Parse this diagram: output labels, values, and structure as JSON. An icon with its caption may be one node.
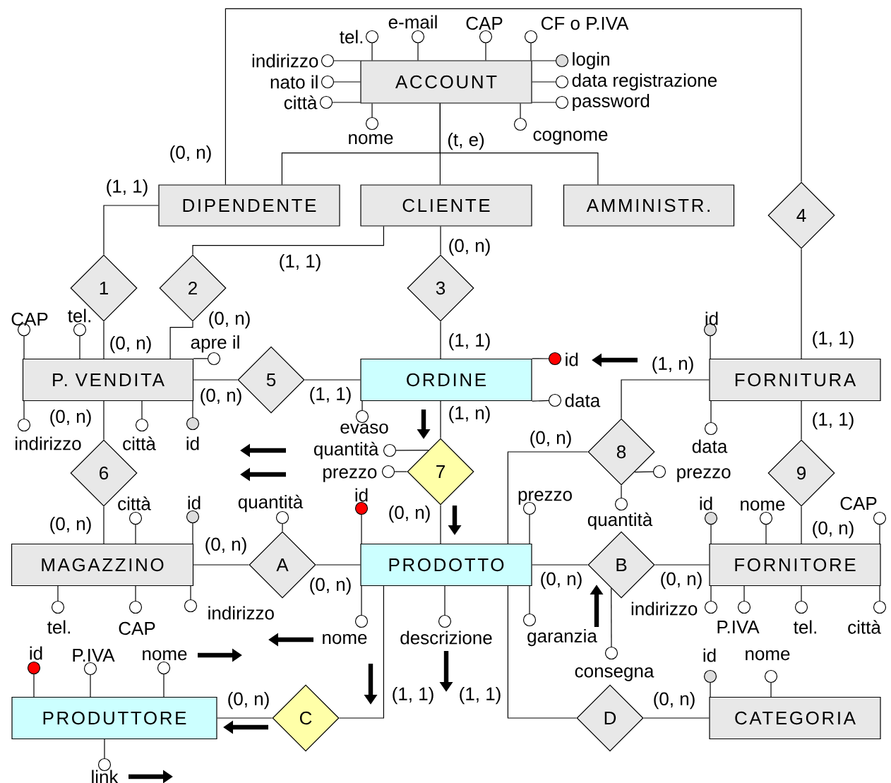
{
  "diagram": {
    "nodes": [
      {
        "text": [
          "ACCOUNT"
        ]
      },
      {
        "text": [
          "DIPENDENTE"
        ]
      },
      {
        "text": [
          "CLIENTE"
        ]
      },
      {
        "text": [
          "AMMINISTR."
        ]
      },
      {
        "text": [
          "P. VENDITA"
        ]
      },
      {
        "text": [
          "ORDINE"
        ]
      },
      {
        "text": [
          "FORNITURA"
        ]
      },
      {
        "text": [
          "MAGAZZINO"
        ]
      },
      {
        "text": [
          "PRODOTTO"
        ]
      },
      {
        "text": [
          "FORNITORE"
        ]
      },
      {
        "text": [
          "PRODUTTORE"
        ]
      },
      {
        "text": [
          "CATEGORIA"
        ]
      },
      {
        "text": [
          "1"
        ]
      },
      {
        "text": [
          "2"
        ]
      },
      {
        "text": [
          "3"
        ]
      },
      {
        "text": [
          "4"
        ]
      },
      {
        "text": [
          "5"
        ]
      },
      {
        "text": [
          "6"
        ]
      },
      {
        "text": [
          "7"
        ]
      },
      {
        "text": [
          "8"
        ]
      },
      {
        "text": [
          "9"
        ]
      },
      {
        "text": [
          "A"
        ]
      },
      {
        "text": [
          "B"
        ]
      },
      {
        "text": [
          "C"
        ]
      },
      {
        "text": [
          "D"
        ]
      },
      {
        "text": [],
        "shape": "circle",
        "beside": [
          "tel."
        ]
      },
      {
        "text": [],
        "shape": "circle",
        "beside": [
          "e-mail"
        ]
      },
      {
        "text": [],
        "shape": "circle",
        "beside": [
          "CAP"
        ]
      },
      {
        "text": [],
        "shape": "circle",
        "beside": [
          "CF o P.IVA"
        ]
      },
      {
        "text": [],
        "shape": "circle",
        "beside": [
          "indirizzo"
        ]
      },
      {
        "text": [],
        "shape": "circle",
        "beside": [
          "nato il"
        ]
      },
      {
        "text": [],
        "shape": "circle",
        "beside": [
          "città"
        ]
      },
      {
        "text": [],
        "shape": "circle",
        "beside": [
          "nome"
        ]
      },
      {
        "text": [],
        "shape": "circle",
        "beside": [
          "login"
        ]
      },
      {
        "text": [],
        "shape": "circle",
        "beside": [
          "data registrazione"
        ]
      },
      {
        "text": [],
        "shape": "circle",
        "beside": [
          "password"
        ]
      },
      {
        "text": [],
        "shape": "circle",
        "beside": [
          "cognome"
        ]
      },
      {
        "text": [],
        "shape": "circle",
        "beside": [
          "CAP"
        ]
      },
      {
        "text": [],
        "shape": "circle",
        "beside": [
          "tel."
        ]
      },
      {
        "text": [],
        "shape": "circle",
        "beside": [
          "apre il"
        ]
      },
      {
        "text": [],
        "shape": "circle",
        "beside": [
          "indirizzo"
        ]
      },
      {
        "text": [],
        "shape": "circle",
        "beside": [
          "città"
        ]
      },
      {
        "text": [],
        "shape": "circle",
        "beside": [
          "id"
        ]
      },
      {
        "text": [],
        "shape": "circle",
        "beside": [
          "id"
        ]
      },
      {
        "text": [],
        "shape": "circle",
        "beside": [
          "data"
        ]
      },
      {
        "text": [],
        "shape": "circle",
        "beside": [
          "evaso"
        ]
      },
      {
        "text": [],
        "shape": "circle",
        "beside": [
          "quantità"
        ]
      },
      {
        "text": [],
        "shape": "circle",
        "beside": [
          "prezzo"
        ]
      },
      {
        "text": [],
        "shape": "circle",
        "beside": [
          "città"
        ]
      },
      {
        "text": [],
        "shape": "circle",
        "beside": [
          "id"
        ]
      },
      {
        "text": [],
        "shape": "circle",
        "beside": [
          "tel."
        ]
      },
      {
        "text": [],
        "shape": "circle",
        "beside": [
          "CAP"
        ]
      },
      {
        "text": [],
        "shape": "circle",
        "beside": [
          "indirizzo"
        ]
      },
      {
        "text": [],
        "shape": "circle",
        "beside": [
          "quantità"
        ]
      },
      {
        "text": [],
        "shape": "circle",
        "beside": [
          "id"
        ]
      },
      {
        "text": [],
        "shape": "circle",
        "beside": [
          "nome"
        ]
      },
      {
        "text": [],
        "shape": "circle",
        "beside": [
          "descrizione"
        ]
      },
      {
        "text": [],
        "shape": "circle",
        "beside": [
          "prezzo"
        ]
      },
      {
        "text": [],
        "shape": "circle",
        "beside": [
          "garanzia"
        ]
      },
      {
        "text": [],
        "shape": "circle",
        "beside": [
          "prezzo"
        ]
      },
      {
        "text": [],
        "shape": "circle",
        "beside": [
          "quantità"
        ]
      },
      {
        "text": [],
        "shape": "circle",
        "beside": [
          "id"
        ]
      },
      {
        "text": [],
        "shape": "circle",
        "beside": [
          "data"
        ]
      },
      {
        "text": [],
        "shape": "circle",
        "beside": [
          "consegna"
        ]
      },
      {
        "text": [],
        "shape": "circle",
        "beside": [
          "id"
        ]
      },
      {
        "text": [],
        "shape": "circle",
        "beside": [
          "nome"
        ]
      },
      {
        "text": [],
        "shape": "circle",
        "beside": [
          "CAP"
        ]
      },
      {
        "text": [],
        "shape": "circle",
        "beside": [
          "indirizzo"
        ]
      },
      {
        "text": [],
        "shape": "circle",
        "beside": [
          "P.IVA"
        ]
      },
      {
        "text": [],
        "shape": "circle",
        "beside": [
          "tel."
        ]
      },
      {
        "text": [],
        "shape": "circle",
        "beside": [
          "città"
        ]
      },
      {
        "text": [],
        "shape": "circle",
        "beside": [
          "id"
        ]
      },
      {
        "text": [],
        "shape": "circle",
        "beside": [
          "P.IVA"
        ]
      },
      {
        "text": [],
        "shape": "circle",
        "beside": [
          "nome"
        ]
      },
      {
        "text": [],
        "shape": "circle",
        "beside": [
          "link"
        ]
      },
      {
        "text": [],
        "shape": "circle",
        "beside": [
          "id"
        ]
      },
      {
        "text": [],
        "shape": "circle",
        "beside": [
          "nome"
        ]
      }
    ],
    "edges": [
      {
        "from": 1,
        "to": 12,
        "arrow": "none",
        "label": "(1, 1)"
      },
      {
        "from": 12,
        "to": 4,
        "arrow": "none",
        "label": "(0, n)"
      },
      {
        "from": 2,
        "to": 13,
        "arrow": "none",
        "label": "(1, 1)"
      },
      {
        "from": 13,
        "to": 4,
        "arrow": "none",
        "label": "(0, n)"
      },
      {
        "from": 2,
        "to": 14,
        "arrow": "none",
        "label": "(0, n)"
      },
      {
        "from": 14,
        "to": 5,
        "arrow": "none",
        "label": "(1, 1)"
      },
      {
        "from": 1,
        "to": 15,
        "arrow": "none",
        "label": "(0, n)"
      },
      {
        "from": 15,
        "to": 6,
        "arrow": "none",
        "label": "(1, 1)"
      },
      {
        "from": 4,
        "to": 16,
        "arrow": "none",
        "label": "(0, n)"
      },
      {
        "from": 16,
        "to": 5,
        "arrow": "none",
        "label": "(1, 1)"
      },
      {
        "from": 5,
        "to": 18,
        "arrow": "none",
        "label": "(1, n)"
      },
      {
        "from": 18,
        "to": 8,
        "arrow": "none",
        "label": "(0, n)"
      },
      {
        "from": 4,
        "to": 17,
        "arrow": "none",
        "label": "(0, n)"
      },
      {
        "from": 17,
        "to": 7,
        "arrow": "none",
        "label": "(0, n)"
      },
      {
        "from": 7,
        "to": 21,
        "arrow": "none",
        "label": "(0, n)"
      },
      {
        "from": 21,
        "to": 8,
        "arrow": "none",
        "label": "(0, n)"
      },
      {
        "from": 6,
        "to": 19,
        "arrow": "none",
        "label": "(1, n)"
      },
      {
        "from": 19,
        "to": 8,
        "arrow": "none",
        "label": "(0, n)"
      },
      {
        "from": 6,
        "to": 20,
        "arrow": "none",
        "label": "(1, 1)"
      },
      {
        "from": 20,
        "to": 9,
        "arrow": "none",
        "label": "(0, n)"
      },
      {
        "from": 8,
        "to": 22,
        "arrow": "none",
        "label": "(0, n)"
      },
      {
        "from": 22,
        "to": 9,
        "arrow": "none",
        "label": "(0, n)"
      },
      {
        "from": 8,
        "to": 23,
        "arrow": "none",
        "label": "(1, 1)"
      },
      {
        "from": 23,
        "to": 10,
        "arrow": "none",
        "label": "(0, n)"
      },
      {
        "from": 8,
        "to": 24,
        "arrow": "none",
        "label": "(1, 1)"
      },
      {
        "from": 24,
        "to": 11,
        "arrow": "none",
        "label": "(0, n)"
      },
      {
        "from": 0,
        "to": 1,
        "arrow": "none"
      },
      {
        "from": 0,
        "to": 2,
        "arrow": "none"
      },
      {
        "from": 0,
        "to": 3,
        "arrow": "none"
      },
      {
        "from": 0,
        "to": 25,
        "arrow": "none"
      },
      {
        "from": 0,
        "to": 26,
        "arrow": "none"
      },
      {
        "from": 0,
        "to": 27,
        "arrow": "none"
      },
      {
        "from": 0,
        "to": 28,
        "arrow": "none"
      },
      {
        "from": 0,
        "to": 29,
        "arrow": "none"
      },
      {
        "from": 0,
        "to": 30,
        "arrow": "none"
      },
      {
        "from": 0,
        "to": 31,
        "arrow": "none"
      },
      {
        "from": 0,
        "to": 32,
        "arrow": "none"
      },
      {
        "from": 0,
        "to": 33,
        "arrow": "none"
      },
      {
        "from": 0,
        "to": 34,
        "arrow": "none"
      },
      {
        "from": 0,
        "to": 35,
        "arrow": "none"
      },
      {
        "from": 0,
        "to": 36,
        "arrow": "none"
      },
      {
        "from": 4,
        "to": 37,
        "arrow": "none"
      },
      {
        "from": 4,
        "to": 38,
        "arrow": "none"
      },
      {
        "from": 4,
        "to": 39,
        "arrow": "none"
      },
      {
        "from": 4,
        "to": 40,
        "arrow": "none"
      },
      {
        "from": 4,
        "to": 41,
        "arrow": "none"
      },
      {
        "from": 4,
        "to": 42,
        "arrow": "none"
      },
      {
        "from": 5,
        "to": 43,
        "arrow": "none"
      },
      {
        "from": 5,
        "to": 44,
        "arrow": "none"
      },
      {
        "from": 5,
        "to": 45,
        "arrow": "none"
      },
      {
        "from": 18,
        "to": 46,
        "arrow": "none"
      },
      {
        "from": 18,
        "to": 47,
        "arrow": "none"
      },
      {
        "from": 7,
        "to": 48,
        "arrow": "none"
      },
      {
        "from": 7,
        "to": 49,
        "arrow": "none"
      },
      {
        "from": 7,
        "to": 50,
        "arrow": "none"
      },
      {
        "from": 7,
        "to": 51,
        "arrow": "none"
      },
      {
        "from": 7,
        "to": 52,
        "arrow": "none"
      },
      {
        "from": 21,
        "to": 53,
        "arrow": "none"
      },
      {
        "from": 8,
        "to": 54,
        "arrow": "none"
      },
      {
        "from": 8,
        "to": 55,
        "arrow": "none"
      },
      {
        "from": 8,
        "to": 56,
        "arrow": "none"
      },
      {
        "from": 8,
        "to": 57,
        "arrow": "none"
      },
      {
        "from": 8,
        "to": 58,
        "arrow": "none"
      },
      {
        "from": 19,
        "to": 59,
        "arrow": "none"
      },
      {
        "from": 19,
        "to": 60,
        "arrow": "none"
      },
      {
        "from": 6,
        "to": 61,
        "arrow": "none"
      },
      {
        "from": 6,
        "to": 62,
        "arrow": "none"
      },
      {
        "from": 22,
        "to": 63,
        "arrow": "none"
      },
      {
        "from": 9,
        "to": 64,
        "arrow": "none"
      },
      {
        "from": 9,
        "to": 65,
        "arrow": "none"
      },
      {
        "from": 9,
        "to": 66,
        "arrow": "none"
      },
      {
        "from": 9,
        "to": 67,
        "arrow": "none"
      },
      {
        "from": 9,
        "to": 68,
        "arrow": "none"
      },
      {
        "from": 9,
        "to": 69,
        "arrow": "none"
      },
      {
        "from": 9,
        "to": 70,
        "arrow": "none"
      },
      {
        "from": 10,
        "to": 71,
        "arrow": "none"
      },
      {
        "from": 10,
        "to": 72,
        "arrow": "none"
      },
      {
        "from": 10,
        "to": 73,
        "arrow": "none"
      },
      {
        "from": 10,
        "to": 74,
        "arrow": "none"
      },
      {
        "from": 11,
        "to": 75,
        "arrow": "none"
      },
      {
        "from": 11,
        "to": 76,
        "arrow": "none"
      }
    ],
    "labels": [
      "(t, e)"
    ]
  }
}
